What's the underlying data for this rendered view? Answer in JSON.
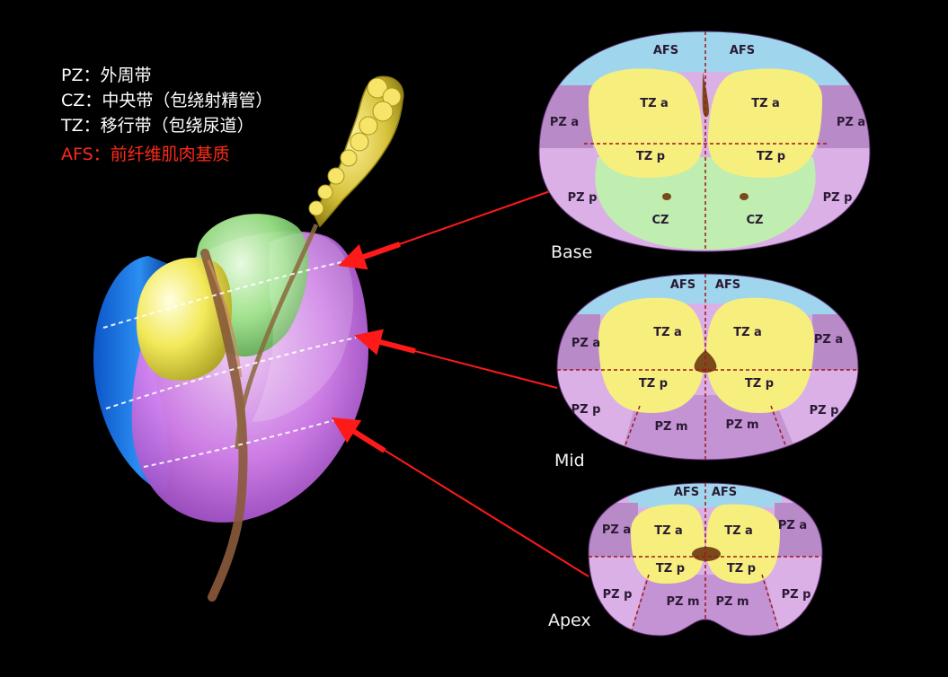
{
  "legend": [
    {
      "abbr": "PZ",
      "sep": "：",
      "desc": "外周带"
    },
    {
      "abbr": "CZ",
      "sep": "：",
      "desc": "中央带（包绕射精管）"
    },
    {
      "abbr": "TZ",
      "sep": "：",
      "desc": "移行带（包绕尿道）"
    },
    {
      "abbr": "AFS",
      "sep": "：",
      "desc": "前纤维肌肉基质",
      "color": "#ff2a1a"
    }
  ],
  "colors": {
    "afs": "#9fd6ee",
    "tz": "#f6ef7e",
    "cz": "#bfeeb0",
    "pz_a": "#b98ac8",
    "pz_p": "#dab0e6",
    "pz_m": "#c493d4",
    "arrow": "#ff1a1a"
  },
  "sections": {
    "base": {
      "level": "Base",
      "afs_left": "AFS",
      "afs_right": "AFS",
      "tz_a_left": "TZ a",
      "tz_a_right": "TZ a",
      "tz_p_left": "TZ p",
      "tz_p_right": "TZ p",
      "pz_a_left": "PZ a",
      "pz_a_right": "PZ a",
      "pz_p_left": "PZ p",
      "pz_p_right": "PZ p",
      "cz_left": "CZ",
      "cz_right": "CZ"
    },
    "mid": {
      "level": "Mid",
      "afs_left": "AFS",
      "afs_right": "AFS",
      "tz_a_left": "TZ a",
      "tz_a_right": "TZ a",
      "tz_p_left": "TZ p",
      "tz_p_right": "TZ p",
      "pz_a_left": "PZ a",
      "pz_a_right": "PZ a",
      "pz_p_left": "PZ p",
      "pz_p_right": "PZ p",
      "pz_m_left": "PZ m",
      "pz_m_right": "PZ m"
    },
    "apex": {
      "level": "Apex",
      "afs_left": "AFS",
      "afs_right": "AFS",
      "tz_a_left": "TZ a",
      "tz_a_right": "TZ a",
      "tz_p_left": "TZ p",
      "tz_p_right": "TZ p",
      "pz_a_left": "PZ a",
      "pz_a_right": "PZ a",
      "pz_p_left": "PZ p",
      "pz_p_right": "PZ p",
      "pz_m_left": "PZ m",
      "pz_m_right": "PZ m"
    }
  }
}
